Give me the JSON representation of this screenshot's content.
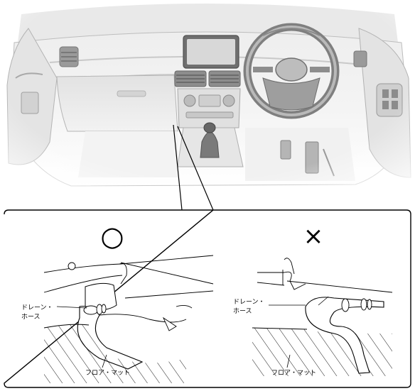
{
  "callout_left": {
    "mark": "○",
    "meaning": "correct",
    "drain_hose_label_line1": "ドレーン・",
    "drain_hose_label_line2": "ホース",
    "floor_mat_label": "フロア・マット"
  },
  "callout_right": {
    "mark": "×",
    "meaning": "incorrect",
    "drain_hose_label_line1": "ドレーン・",
    "drain_hose_label_line2": "ホース",
    "floor_mat_label": "フロア・マット"
  }
}
